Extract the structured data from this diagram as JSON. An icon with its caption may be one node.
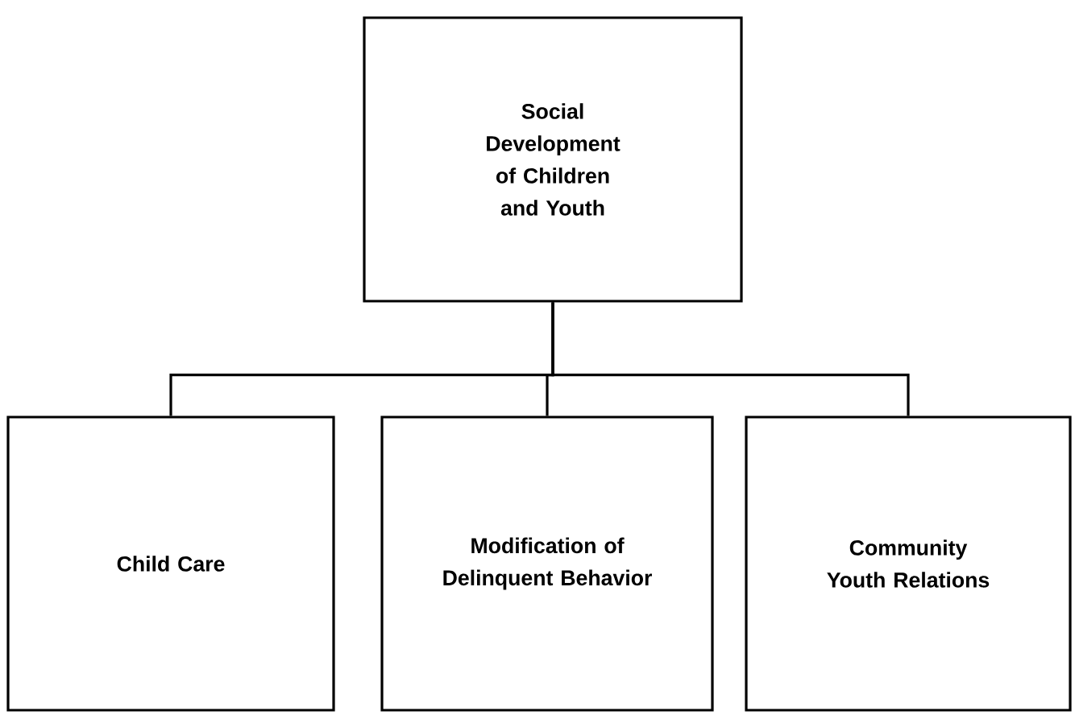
{
  "diagram": {
    "nodes": [
      {
        "text": [
          "Social Development of Children and Youth"
        ]
      },
      {
        "text": [
          "Child Care"
        ]
      },
      {
        "text": [
          "Modification of Delinquent Behavior"
        ]
      },
      {
        "text": [
          "Community Youth Relations"
        ]
      }
    ],
    "edges": [
      {
        "from": 0,
        "to": 1,
        "arrow": "none"
      },
      {
        "from": 0,
        "to": 2,
        "arrow": "none"
      },
      {
        "from": 0,
        "to": 3,
        "arrow": "none"
      }
    ]
  }
}
